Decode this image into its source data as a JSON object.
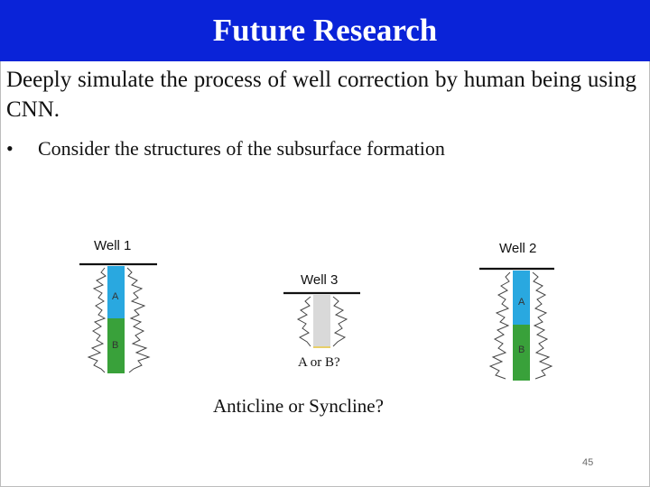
{
  "slide": {
    "title": "Future Research",
    "body": "Deeply simulate the process of well correction by human being using CNN.",
    "bullet_symbol": "•",
    "bullet": "Consider the structures of the subsurface formation",
    "page_number": "45"
  },
  "diagram": {
    "wells": [
      {
        "name": "Well 1",
        "units": [
          "A",
          "B"
        ]
      },
      {
        "name": "Well 2",
        "units": [
          "A",
          "B"
        ]
      },
      {
        "name": "Well 3",
        "question": "A or B?"
      }
    ],
    "question": "Anticline or Syncline?",
    "colors": {
      "unit_a": "#29a8e0",
      "unit_b": "#39a13a",
      "unit_unknown": "#d9d9d9",
      "title_bar": "#0a23d8"
    }
  }
}
